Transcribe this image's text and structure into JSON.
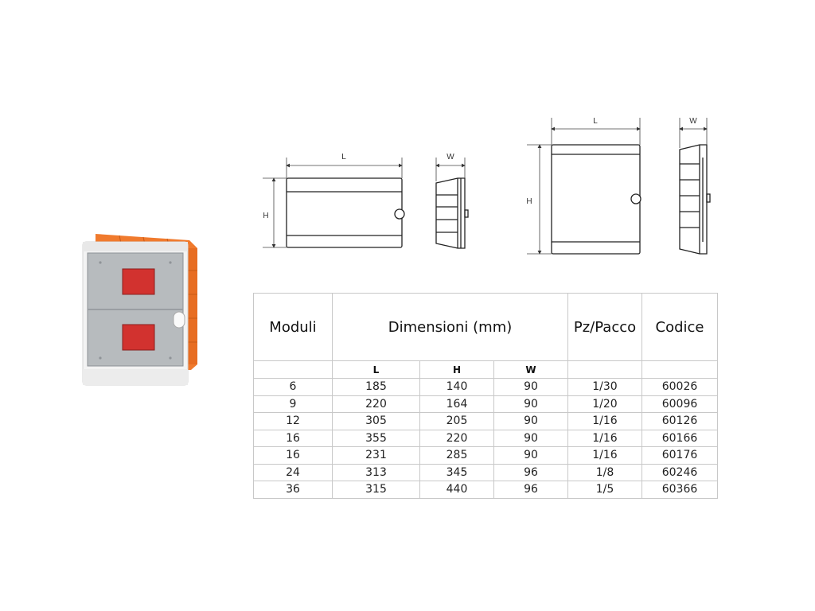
{
  "drawing_labels": {
    "small_length": "L",
    "small_height": "H",
    "small_width": "W",
    "large_length": "L",
    "large_height": "H",
    "large_width": "W"
  },
  "colors": {
    "orange": "#f07a2d",
    "frame": "#f3f3f3",
    "door": "#b7bbbe",
    "red_window": "#d2322f"
  },
  "table": {
    "headers": {
      "moduli": "Moduli",
      "dimensioni": "Dimensioni (mm)",
      "pz_pacco": "Pz/Pacco",
      "codice": "Codice"
    },
    "subheaders": {
      "l": "L",
      "h": "H",
      "w": "W"
    },
    "rows": [
      [
        "6",
        "185",
        "140",
        "90",
        "1/30",
        "60026"
      ],
      [
        "9",
        "220",
        "164",
        "90",
        "1/20",
        "60096"
      ],
      [
        "12",
        "305",
        "205",
        "90",
        "1/16",
        "60126"
      ],
      [
        "16",
        "355",
        "220",
        "90",
        "1/16",
        "60166"
      ],
      [
        "16",
        "231",
        "285",
        "90",
        "1/16",
        "60176"
      ],
      [
        "24",
        "313",
        "345",
        "96",
        "1/8",
        "60246"
      ],
      [
        "36",
        "315",
        "440",
        "96",
        "1/5",
        "60366"
      ]
    ]
  }
}
